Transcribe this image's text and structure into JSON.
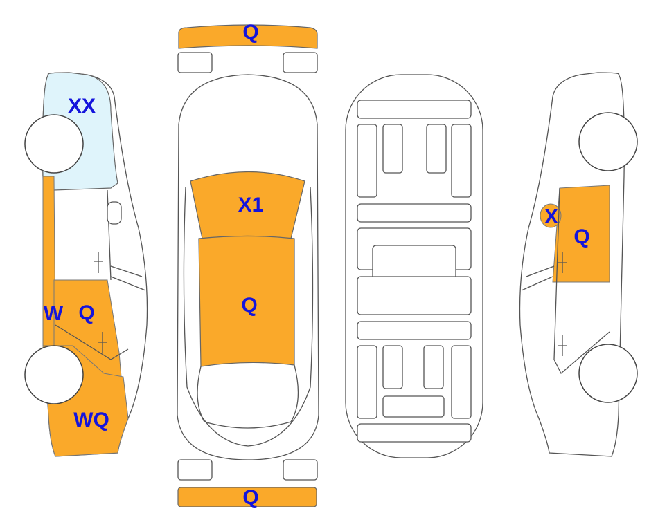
{
  "colors": {
    "damage": "#FAA92A",
    "glass": "#DFF4FB",
    "label": "#1414DC",
    "outline": "#555555"
  },
  "left_view": {
    "labels": {
      "roof": "XX",
      "pillar": "W",
      "door": "Q",
      "rear": "WQ"
    }
  },
  "top_view": {
    "labels": {
      "front_bumper": "Q",
      "windshield": "X1",
      "roof": "Q",
      "rear_bumper": "Q"
    }
  },
  "right_view": {
    "labels": {
      "mirror": "X",
      "door": "Q"
    }
  }
}
